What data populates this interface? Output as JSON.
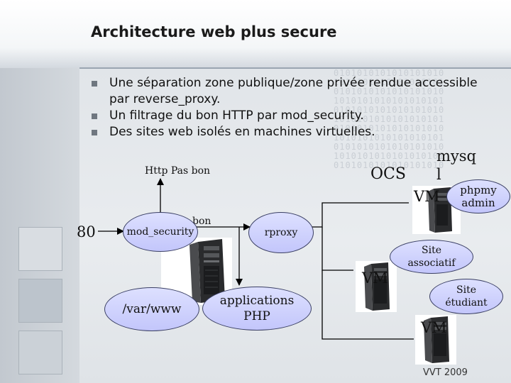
{
  "slide": {
    "title": "Architecture web plus secure",
    "bullets": [
      "Une séparation zone publique/zone privée rendue accessible par reverse_proxy.",
      "Un filtrage du bon HTTP par mod_security.",
      "Des sites web isolés en machines virtuelles."
    ],
    "footer": "VVT 2009"
  },
  "diagram": {
    "http_label": "Http Pas bon",
    "port_label": "80",
    "bon_label": "bon",
    "mod_security": "mod_security",
    "rproxy": "rproxy",
    "var_www": "/var/www",
    "applications_php": "applications PHP",
    "ocs": "OCS",
    "mysql": "mysq\nl",
    "vm_top": "VM",
    "phpmyadmin": "phpmy admin",
    "site_associatif": "Site associatif",
    "vm_middle": "VM",
    "site_etudiant": "Site étudiant",
    "vm_bottom": "VM"
  },
  "colors": {
    "ellipse_fill": "#cfd1fd",
    "ellipse_border": "#3a3f63",
    "bullet": "#6f7780",
    "background": "#cdd3d9"
  }
}
